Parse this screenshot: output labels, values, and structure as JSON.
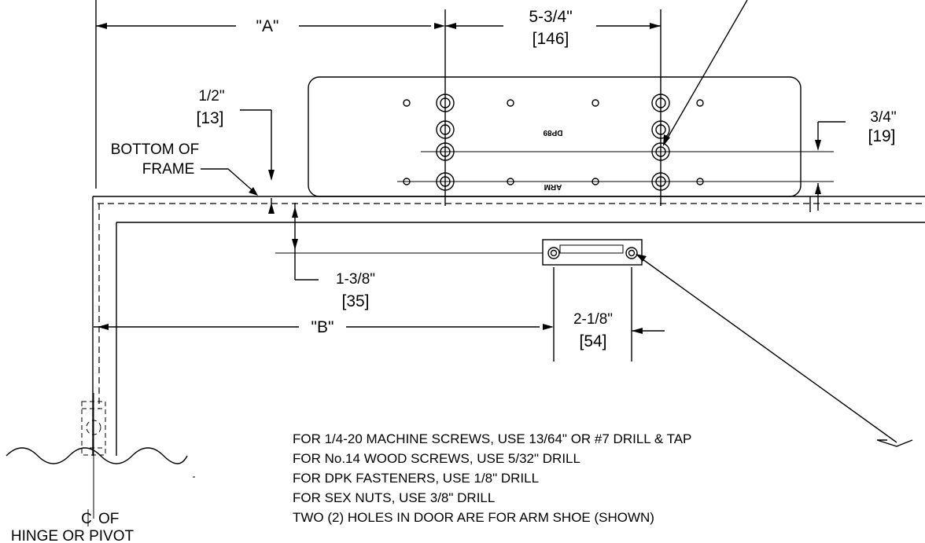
{
  "dimensions": {
    "a_label": "\"A\"",
    "b_label": "\"B\"",
    "hole_spacing_in": "5-3/4\"",
    "hole_spacing_mm": "[146]",
    "top_offset_in": "1/2\"",
    "top_offset_mm": "[13]",
    "right_offset_in": "3/4\"",
    "right_offset_mm": "[19]",
    "shoe_offset_in": "1-3/8\"",
    "shoe_offset_mm": "[35]",
    "shoe_spacing_in": "2-1/8\"",
    "shoe_spacing_mm": "[54]"
  },
  "labels": {
    "bottom_of_frame_1": "BOTTOM OF",
    "bottom_of_frame_2": "FRAME",
    "centerline_of": "OF",
    "hinge_or_pivot": "HINGE OR PIVOT",
    "plate_marking_1": "DP89",
    "plate_marking_2": "ARM"
  },
  "notes": [
    "FOR 1/4-20 MACHINE SCREWS, USE 13/64\" OR #7 DRILL & TAP",
    "FOR No.14 WOOD SCREWS, USE 5/32\" DRILL",
    "FOR DPK FASTENERS, USE 1/8\" DRILL",
    "FOR SEX NUTS, USE 3/8\" DRILL",
    "TWO (2) HOLES IN DOOR ARE FOR ARM SHOE (SHOWN)"
  ]
}
